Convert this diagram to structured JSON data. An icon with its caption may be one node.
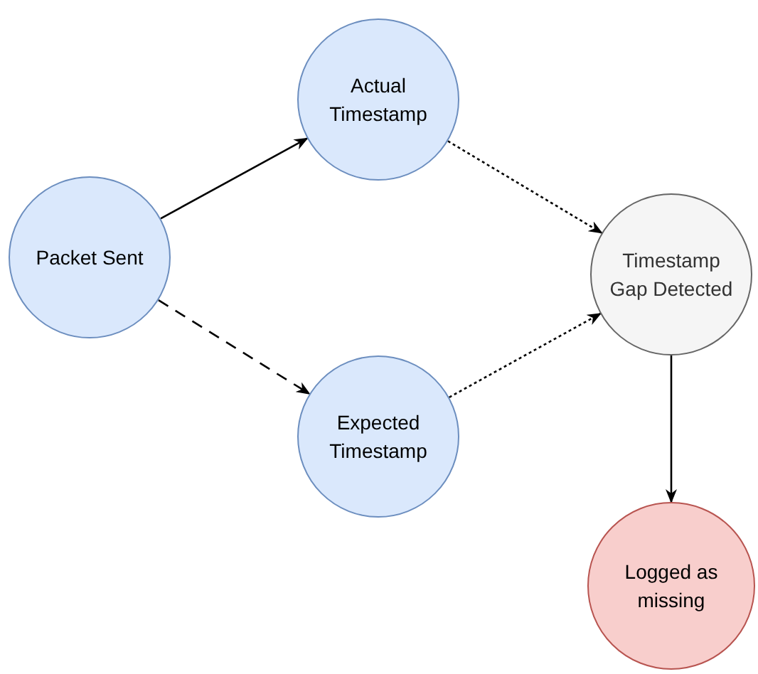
{
  "diagram": {
    "nodes": [
      {
        "text": [
          "Packet Sent"
        ]
      },
      {
        "text": [
          "Actual Timestamp"
        ]
      },
      {
        "text": [
          "Expected Timestamp"
        ]
      },
      {
        "text": [
          "Timestamp Gap Detected"
        ]
      },
      {
        "text": [
          "Logged as missing"
        ]
      }
    ],
    "edges": [
      {
        "from": 0,
        "to": 1,
        "arrow": "to"
      },
      {
        "from": 0,
        "to": 2,
        "arrow": "to",
        "style": "dashed"
      },
      {
        "from": 1,
        "to": 3,
        "arrow": "to",
        "style": "dashed"
      },
      {
        "from": 2,
        "to": 3,
        "arrow": "to",
        "style": "dashed"
      },
      {
        "from": 3,
        "to": 4,
        "arrow": "to"
      }
    ]
  }
}
